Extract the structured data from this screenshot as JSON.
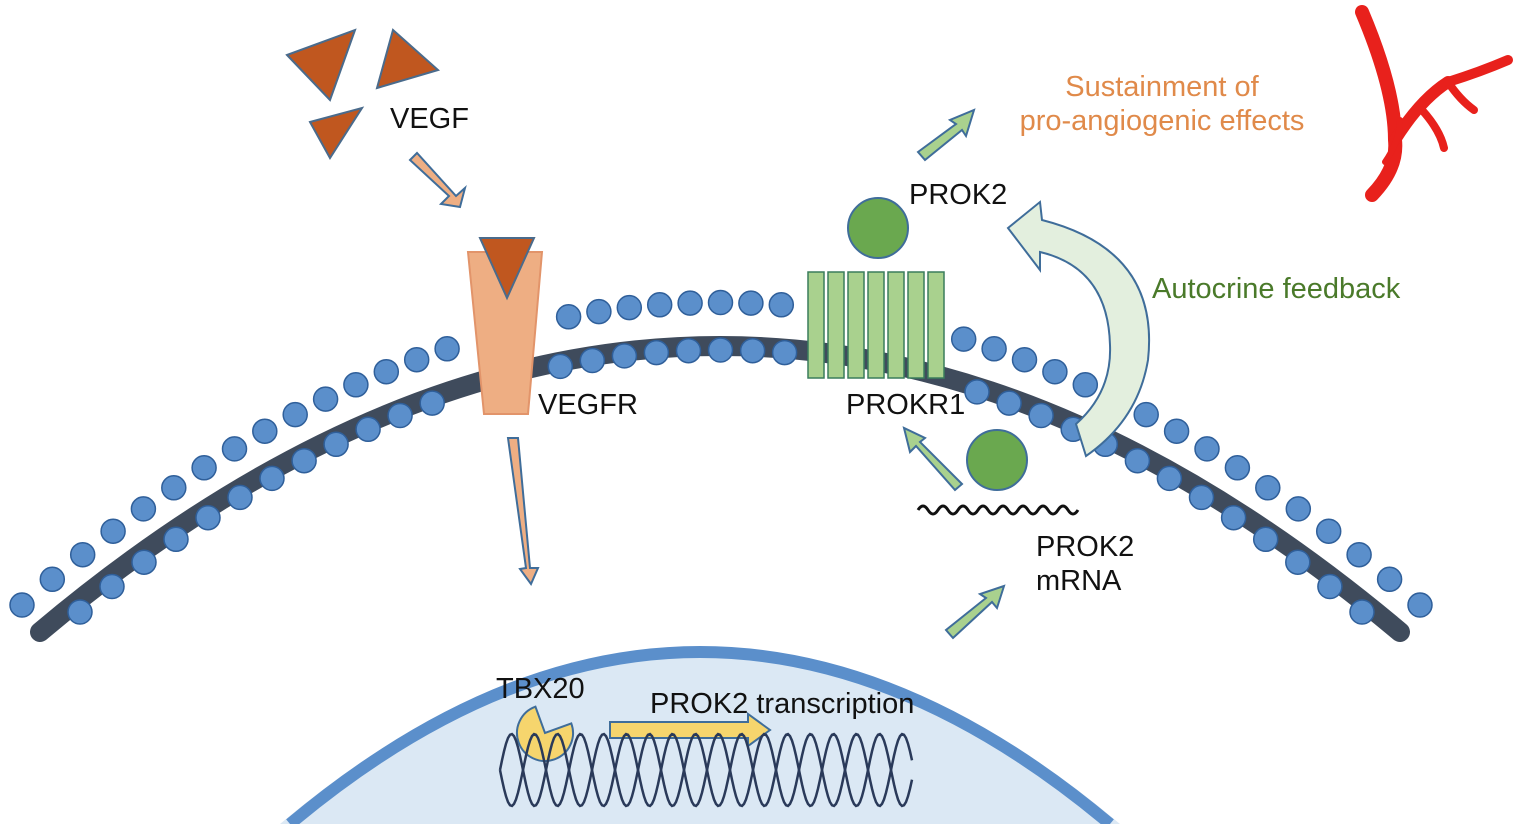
{
  "labels": {
    "vegf": "VEGF",
    "vegfr": "VEGFR",
    "prok2": "PROK2",
    "prokr1": "PROKR1",
    "prok2_mrna_line1": "PROK2",
    "prok2_mrna_line2": "mRNA",
    "tbx20": "TBX20",
    "transcription": "PROK2 transcription",
    "sustainment_line1": "Sustainment of",
    "sustainment_line2": "pro-angiogenic effects",
    "autocrine": "Autocrine feedback"
  },
  "colors": {
    "membrane": "#3f4b5c",
    "bead": "#5b8fcb",
    "bead_stroke": "#2f5f9a",
    "nucleus_fill": "#dbe8f4",
    "nucleus_edge": "#5b8fcb",
    "vegf": "#c0571f",
    "vegfr": "#eeae83",
    "receptor": "#a9d18e",
    "receptor_stroke": "#3a7d5c",
    "prok2": "#6aa84f",
    "tbx20": "#f6d56d",
    "vessel": "#e8211c",
    "orange_text": "#e08a4a",
    "green_text": "#4a7a2a",
    "autocrine_arrow": "#e3efde"
  }
}
